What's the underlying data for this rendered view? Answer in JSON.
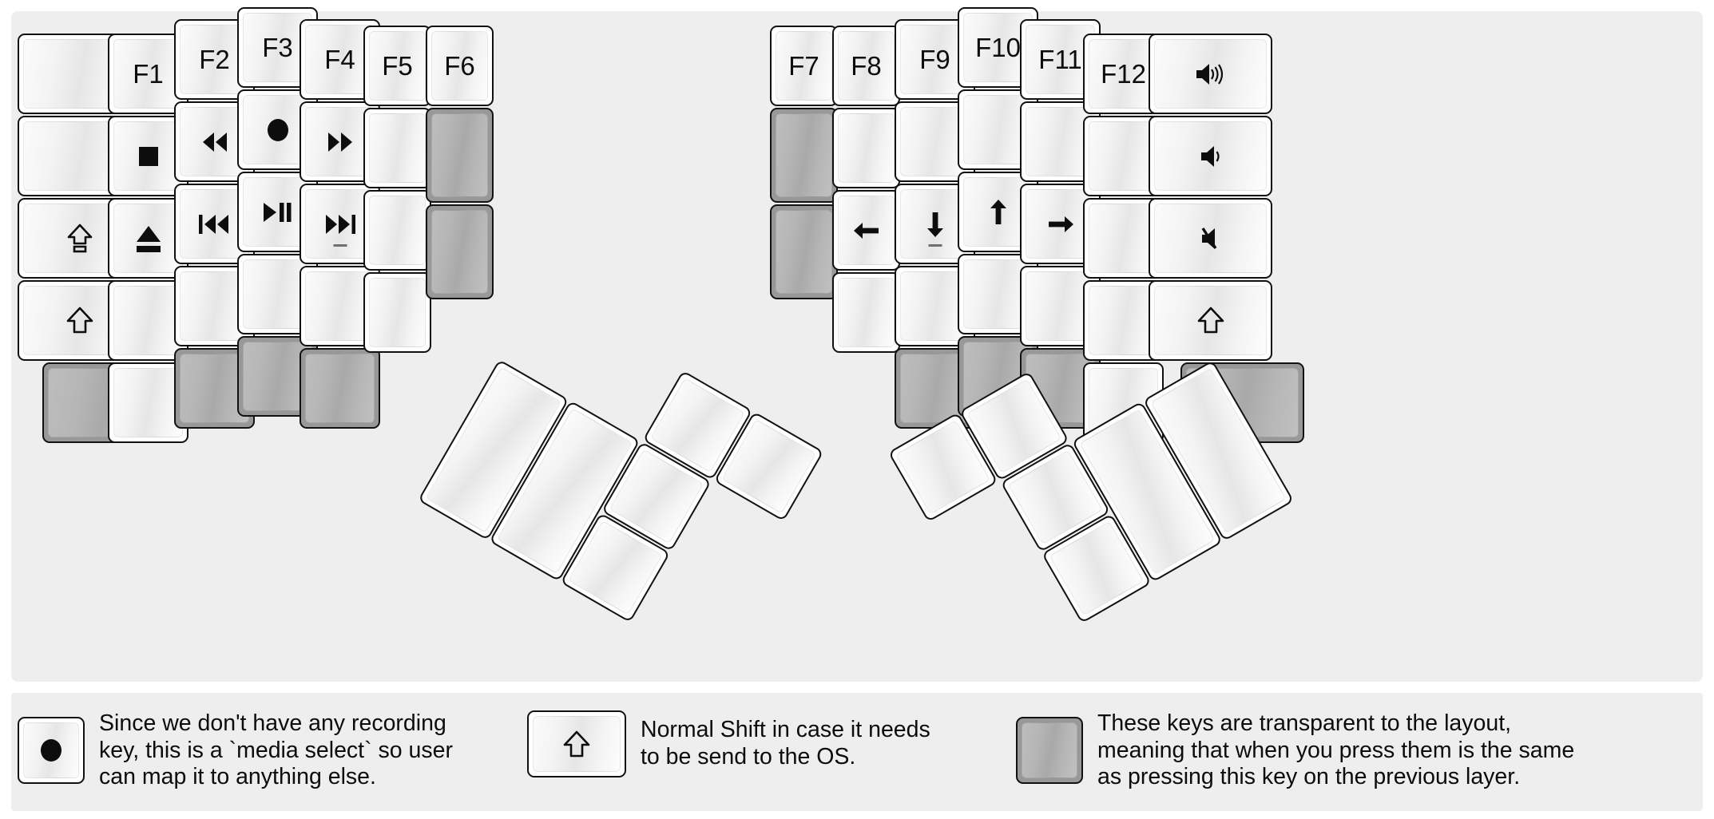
{
  "title": "fn Layer",
  "colors": {
    "panel_background": "#eeeeee",
    "page_background": "#ffffff",
    "key_face": "#ffffff",
    "key_border": "#111111",
    "transparent_key": "#989898",
    "label_text": "#0d0d0d"
  },
  "left_half": {
    "name": "left-key-cluster",
    "columns": [
      {
        "name": "col-pinky-outer",
        "keys": [
          {
            "id": "l-c0-r0",
            "label": "",
            "icon": "",
            "transparent": false
          },
          {
            "id": "l-c0-r1",
            "label": "",
            "icon": "",
            "transparent": false
          },
          {
            "id": "l-c0-r2",
            "label": "",
            "icon": "caps-lock-icon",
            "transparent": false
          },
          {
            "id": "l-c0-r3",
            "label": "",
            "icon": "shift-icon",
            "transparent": false
          },
          {
            "id": "l-c0-r4",
            "label": "",
            "icon": "",
            "transparent": true
          }
        ]
      },
      {
        "name": "col-pinky",
        "keys": [
          {
            "id": "l-c1-r0",
            "label": "F1",
            "icon": "",
            "transparent": false
          },
          {
            "id": "l-c1-r1",
            "label": "",
            "icon": "media-stop-icon",
            "transparent": false
          },
          {
            "id": "l-c1-r2",
            "label": "",
            "icon": "media-eject-icon",
            "transparent": false
          },
          {
            "id": "l-c1-r3",
            "label": "",
            "icon": "",
            "transparent": false
          },
          {
            "id": "l-c1-r4",
            "label": "",
            "icon": "",
            "transparent": false
          }
        ]
      },
      {
        "name": "col-ring",
        "keys": [
          {
            "id": "l-c2-r0",
            "label": "F2",
            "icon": "",
            "transparent": false
          },
          {
            "id": "l-c2-r1",
            "label": "",
            "icon": "media-rewind-icon",
            "transparent": false
          },
          {
            "id": "l-c2-r2",
            "label": "",
            "icon": "media-prev-track-icon",
            "transparent": false
          },
          {
            "id": "l-c2-r3",
            "label": "",
            "icon": "",
            "transparent": false
          },
          {
            "id": "l-c2-r4",
            "label": "",
            "icon": "",
            "transparent": true
          }
        ]
      },
      {
        "name": "col-middle",
        "keys": [
          {
            "id": "l-c3-r0",
            "label": "F3",
            "icon": "",
            "transparent": false
          },
          {
            "id": "l-c3-r1",
            "label": "",
            "icon": "media-record-icon",
            "transparent": false
          },
          {
            "id": "l-c3-r2",
            "label": "",
            "icon": "media-play-pause-icon",
            "transparent": false
          },
          {
            "id": "l-c3-r3",
            "label": "",
            "icon": "",
            "transparent": false
          },
          {
            "id": "l-c3-r4",
            "label": "",
            "icon": "",
            "transparent": true
          }
        ]
      },
      {
        "name": "col-index",
        "keys": [
          {
            "id": "l-c4-r0",
            "label": "F4",
            "icon": "",
            "transparent": false
          },
          {
            "id": "l-c4-r1",
            "label": "",
            "icon": "media-fast-forward-icon",
            "transparent": false
          },
          {
            "id": "l-c4-r2",
            "label": "",
            "icon": "media-next-track-icon",
            "transparent": false,
            "tick": true
          },
          {
            "id": "l-c4-r3",
            "label": "",
            "icon": "",
            "transparent": false
          },
          {
            "id": "l-c4-r4",
            "label": "",
            "icon": "",
            "transparent": true
          }
        ]
      },
      {
        "name": "col-index-inner",
        "keys": [
          {
            "id": "l-c5-r0",
            "label": "F5",
            "icon": "",
            "transparent": false
          },
          {
            "id": "l-c5-r1",
            "label": "",
            "icon": "",
            "transparent": false
          },
          {
            "id": "l-c5-r2",
            "label": "",
            "icon": "",
            "transparent": false
          },
          {
            "id": "l-c5-r3",
            "label": "",
            "icon": "",
            "transparent": false
          }
        ]
      },
      {
        "name": "col-inner",
        "keys": [
          {
            "id": "l-c6-r0",
            "label": "F6",
            "icon": "",
            "transparent": false
          },
          {
            "id": "l-c6-r1",
            "label": "",
            "icon": "",
            "transparent": true
          },
          {
            "id": "l-c6-r2",
            "label": "",
            "icon": "",
            "transparent": true
          }
        ]
      }
    ],
    "thumb_cluster": {
      "name": "left-thumb-cluster",
      "keys": [
        {
          "id": "l-t0",
          "label": "",
          "icon": "",
          "transparent": false
        },
        {
          "id": "l-t1",
          "label": "",
          "icon": "",
          "transparent": false
        },
        {
          "id": "l-t2",
          "label": "",
          "icon": "",
          "transparent": false
        },
        {
          "id": "l-t3",
          "label": "",
          "icon": "",
          "transparent": false
        },
        {
          "id": "l-t4",
          "label": "",
          "icon": "",
          "transparent": false
        },
        {
          "id": "l-t5",
          "label": "",
          "icon": "",
          "transparent": false
        }
      ]
    }
  },
  "right_half": {
    "name": "right-key-cluster",
    "columns": [
      {
        "name": "col-inner",
        "keys": [
          {
            "id": "r-c0-r0",
            "label": "F7",
            "icon": "",
            "transparent": false
          },
          {
            "id": "r-c0-r1",
            "label": "",
            "icon": "",
            "transparent": true
          },
          {
            "id": "r-c0-r2",
            "label": "",
            "icon": "",
            "transparent": true
          }
        ]
      },
      {
        "name": "col-index-inner",
        "keys": [
          {
            "id": "r-c1-r0",
            "label": "F8",
            "icon": "",
            "transparent": false
          },
          {
            "id": "r-c1-r1",
            "label": "",
            "icon": "",
            "transparent": false
          },
          {
            "id": "r-c1-r2",
            "label": "",
            "icon": "arrow-left-icon",
            "transparent": false
          },
          {
            "id": "r-c1-r3",
            "label": "",
            "icon": "",
            "transparent": false
          }
        ]
      },
      {
        "name": "col-index",
        "keys": [
          {
            "id": "r-c2-r0",
            "label": "F9",
            "icon": "",
            "transparent": false
          },
          {
            "id": "r-c2-r1",
            "label": "",
            "icon": "",
            "transparent": false
          },
          {
            "id": "r-c2-r2",
            "label": "",
            "icon": "arrow-down-icon",
            "transparent": false,
            "tick": true
          },
          {
            "id": "r-c2-r3",
            "label": "",
            "icon": "",
            "transparent": false
          },
          {
            "id": "r-c2-r4",
            "label": "",
            "icon": "",
            "transparent": true
          }
        ]
      },
      {
        "name": "col-middle",
        "keys": [
          {
            "id": "r-c3-r0",
            "label": "F10",
            "icon": "",
            "transparent": false
          },
          {
            "id": "r-c3-r1",
            "label": "",
            "icon": "",
            "transparent": false
          },
          {
            "id": "r-c3-r2",
            "label": "",
            "icon": "arrow-up-icon",
            "transparent": false
          },
          {
            "id": "r-c3-r3",
            "label": "",
            "icon": "",
            "transparent": false
          },
          {
            "id": "r-c3-r4",
            "label": "",
            "icon": "",
            "transparent": true
          }
        ]
      },
      {
        "name": "col-ring",
        "keys": [
          {
            "id": "r-c4-r0",
            "label": "F11",
            "icon": "",
            "transparent": false
          },
          {
            "id": "r-c4-r1",
            "label": "",
            "icon": "",
            "transparent": false
          },
          {
            "id": "r-c4-r2",
            "label": "",
            "icon": "arrow-right-icon",
            "transparent": false
          },
          {
            "id": "r-c4-r3",
            "label": "",
            "icon": "",
            "transparent": false
          },
          {
            "id": "r-c4-r4",
            "label": "",
            "icon": "",
            "transparent": true
          }
        ]
      },
      {
        "name": "col-pinky",
        "keys": [
          {
            "id": "r-c5-r0",
            "label": "F12",
            "icon": "",
            "transparent": false
          },
          {
            "id": "r-c5-r1",
            "label": "",
            "icon": "",
            "transparent": false
          },
          {
            "id": "r-c5-r2",
            "label": "",
            "icon": "",
            "transparent": false
          },
          {
            "id": "r-c5-r3",
            "label": "",
            "icon": "",
            "transparent": false
          },
          {
            "id": "r-c5-r4",
            "label": "",
            "icon": "",
            "transparent": false
          }
        ]
      },
      {
        "name": "col-pinky-outer",
        "keys": [
          {
            "id": "r-c6-r0",
            "label": "",
            "icon": "volume-up-icon",
            "transparent": false
          },
          {
            "id": "r-c6-r1",
            "label": "",
            "icon": "volume-down-icon",
            "transparent": false
          },
          {
            "id": "r-c6-r2",
            "label": "",
            "icon": "volume-mute-icon",
            "transparent": false
          },
          {
            "id": "r-c6-r3",
            "label": "",
            "icon": "shift-icon",
            "transparent": false
          },
          {
            "id": "r-c6-r4",
            "label": "",
            "icon": "",
            "transparent": true
          }
        ]
      }
    ],
    "thumb_cluster": {
      "name": "right-thumb-cluster",
      "keys": [
        {
          "id": "r-t0",
          "label": "",
          "icon": "",
          "transparent": false
        },
        {
          "id": "r-t1",
          "label": "",
          "icon": "",
          "transparent": false
        },
        {
          "id": "r-t2",
          "label": "",
          "icon": "",
          "transparent": false
        },
        {
          "id": "r-t3",
          "label": "",
          "icon": "",
          "transparent": false
        },
        {
          "id": "r-t4",
          "label": "",
          "icon": "",
          "transparent": false
        },
        {
          "id": "r-t5",
          "label": "",
          "icon": "",
          "transparent": false
        }
      ]
    }
  },
  "legend": [
    {
      "id": "legend-record",
      "key_icon": "media-record-icon",
      "key_transparent": false,
      "key_wide": false,
      "text": "Since we don't have any recording\nkey, this is a `media select` so user\ncan map it to anything else."
    },
    {
      "id": "legend-shift",
      "key_icon": "shift-icon",
      "key_transparent": false,
      "key_wide": true,
      "text": "Normal Shift in case it needs\nto be send to the OS."
    },
    {
      "id": "legend-transparent",
      "key_icon": "",
      "key_transparent": true,
      "key_wide": false,
      "text": "These keys are transparent to the layout,\nmeaning that when you press them is the same\nas pressing this key on the previous layer."
    }
  ]
}
